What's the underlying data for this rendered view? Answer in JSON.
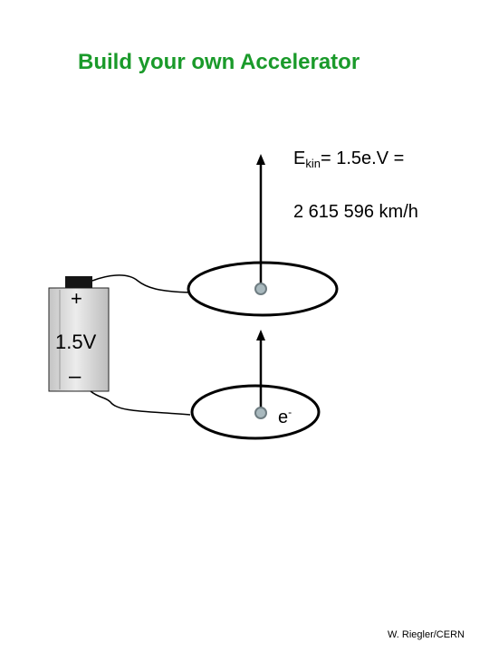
{
  "title": "Build your own Accelerator",
  "energy_label": {
    "prefix": "E",
    "subscript": "kin",
    "suffix": "= 1.5e.V ="
  },
  "speed_label": "2 615 596 km/h",
  "battery": {
    "plus_sign": "+",
    "voltage": "1.5V",
    "minus_sign": "–"
  },
  "electron_label": {
    "base": "e",
    "superscript": "-"
  },
  "credit": "W. Riegler/CERN",
  "colors": {
    "title": "#1a9a2a",
    "battery_fill": "#d8d8d8",
    "terminal": "#151515",
    "plate_hole_fill": "#a9b9be"
  }
}
